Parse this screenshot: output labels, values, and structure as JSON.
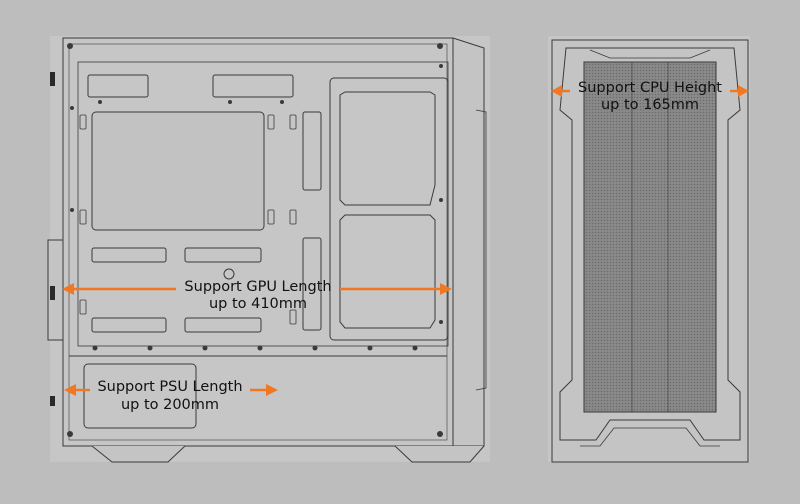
{
  "colors": {
    "background": "#bdbdbd",
    "panel": "#c8c8c8",
    "line": "#3a3a3a",
    "accent": "#f07822",
    "text": "#111111"
  },
  "annotations": {
    "gpu": {
      "line1": "Support GPU Length",
      "line2": "up to 410mm"
    },
    "psu": {
      "line1": "Support PSU Length",
      "line2": "up to 200mm"
    },
    "cpu": {
      "line1": "Support CPU Height",
      "line2": "up to 165mm"
    }
  }
}
